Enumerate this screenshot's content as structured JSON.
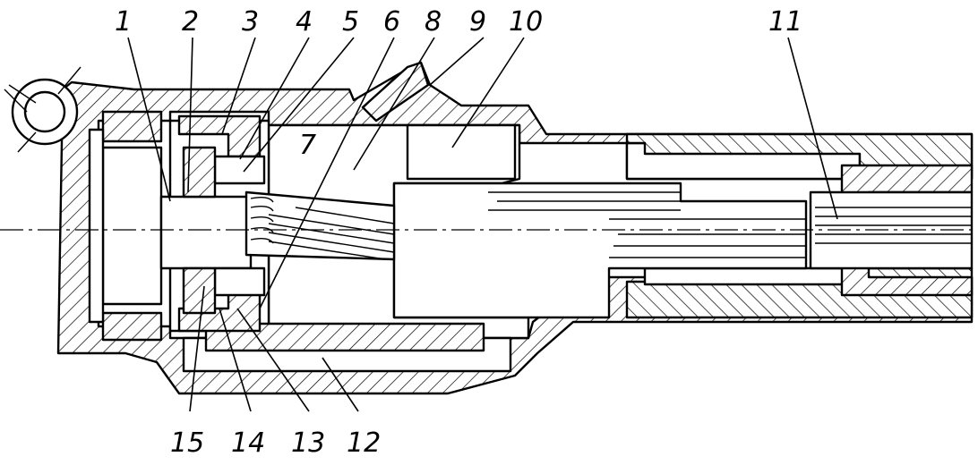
{
  "labels": [
    {
      "id": "1",
      "text": "1"
    },
    {
      "id": "2",
      "text": "2"
    },
    {
      "id": "3",
      "text": "3"
    },
    {
      "id": "4",
      "text": "4"
    },
    {
      "id": "5",
      "text": "5"
    },
    {
      "id": "6",
      "text": "6"
    },
    {
      "id": "8",
      "text": "8"
    },
    {
      "id": "9",
      "text": "9"
    },
    {
      "id": "10",
      "text": "10"
    },
    {
      "id": "11",
      "text": "11"
    },
    {
      "id": "7",
      "text": "7"
    },
    {
      "id": "15",
      "text": "15"
    },
    {
      "id": "14",
      "text": "14"
    },
    {
      "id": "13",
      "text": "13"
    },
    {
      "id": "12",
      "text": "12"
    }
  ]
}
